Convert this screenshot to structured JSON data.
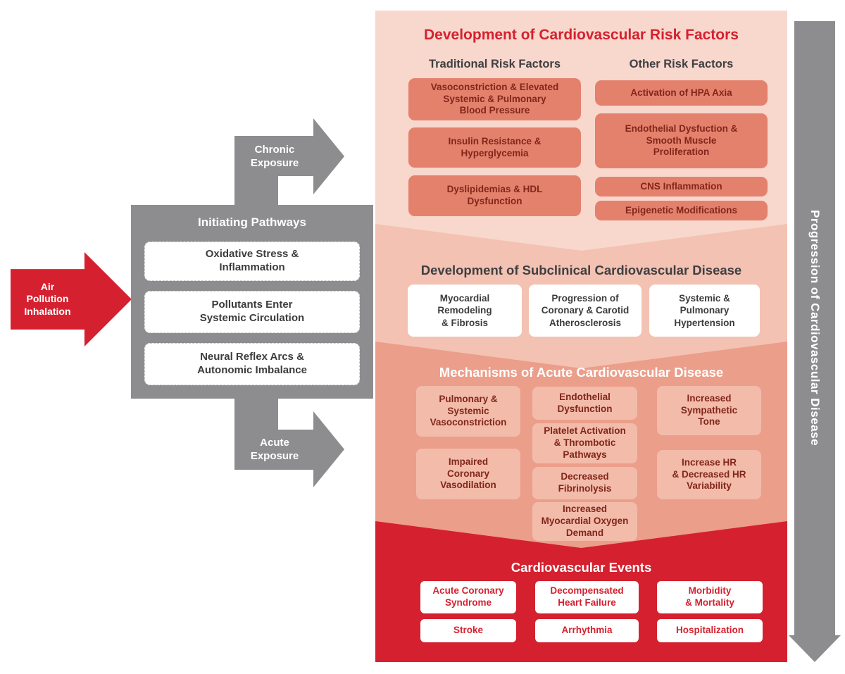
{
  "colors": {
    "red": "#d5212f",
    "gray": "#8d8d90",
    "section1_bg": "#f8d7cd",
    "section2_bg": "#f3c2b2",
    "section3_bg": "#eb9e8a",
    "salmon_box": "#e4816d",
    "light_salmon_box": "#f2bbaa",
    "dark_red_text": "#82261a"
  },
  "inhalation": {
    "label": "Air\nPollution\nInhalation"
  },
  "exposure": {
    "chronic": "Chronic\nExposure",
    "acute": "Acute\nExposure"
  },
  "initiating": {
    "title": "Initiating Pathways",
    "items": [
      "Oxidative Stress &\nInflammation",
      "Pollutants Enter\nSystemic Circulation",
      "Neural Reflex Arcs &\nAutonomic Imbalance"
    ]
  },
  "risk_factors": {
    "title": "Development of Cardiovascular Risk Factors",
    "traditional": {
      "header": "Traditional Risk Factors",
      "items": [
        "Vasoconstriction & Elevated\nSystemic & Pulmonary\nBlood Pressure",
        "Insulin Resistance &\nHyperglycemia",
        "Dyslipidemias & HDL\nDysfunction"
      ]
    },
    "other": {
      "header": "Other Risk Factors",
      "items": [
        "Activation of HPA Axia",
        "Endothelial Dysfuction &\nSmooth Muscle\nProliferation",
        "CNS Inflammation",
        "Epigenetic Modifications"
      ]
    }
  },
  "subclinical": {
    "title": "Development of Subclinical Cardiovascular Disease",
    "items": [
      "Myocardial\nRemodeling\n& Fibrosis",
      "Progression of\nCoronary & Carotid\nAtherosclerosis",
      "Systemic &\nPulmonary\nHypertension"
    ]
  },
  "mechanisms": {
    "title": "Mechanisms of Acute Cardiovascular Disease",
    "col1": [
      "Pulmonary &\nSystemic\nVasoconstriction",
      "Impaired\nCoronary\nVasodilation"
    ],
    "col2": [
      "Endothelial\nDysfunction",
      "Platelet Activation\n& Thrombotic\nPathways",
      "Decreased\nFibrinolysis",
      "Increased\nMyocardial Oxygen\nDemand"
    ],
    "col3": [
      "Increased\nSympathetic\nTone",
      "Increase HR\n& Decreased HR\nVariability"
    ]
  },
  "events": {
    "title": "Cardiovascular Events",
    "row1": [
      "Acute Coronary\nSyndrome",
      "Decompensated\nHeart Failure",
      "Morbidity\n& Mortality"
    ],
    "row2": [
      "Stroke",
      "Arrhythmia",
      "Hospitalization"
    ]
  },
  "progression": {
    "label": "Progression of Cardiovascular Disease"
  }
}
